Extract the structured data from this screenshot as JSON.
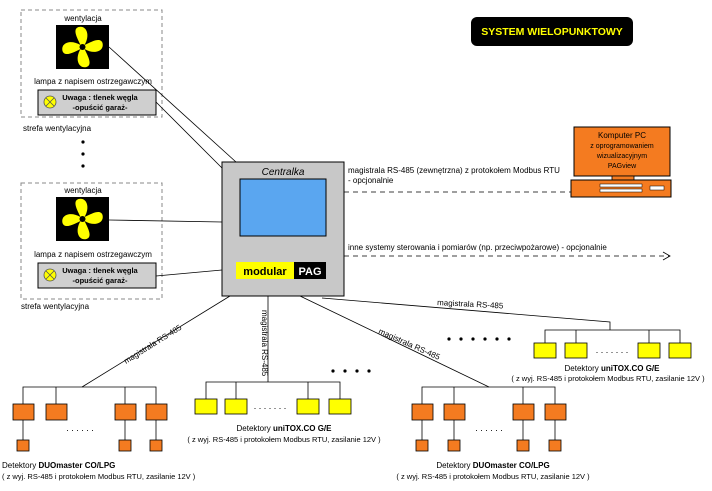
{
  "title": "SYSTEM WIELOPUNKTOWY",
  "zone_top": {
    "fan_label": "wentylacja",
    "lamp_label": "lampa z napisem ostrzegawczym",
    "lamp_text_1": "Uwaga : tlenek węgla",
    "lamp_text_2": "-opuścić garaż-",
    "zone_label": "strefa wentylacyjna"
  },
  "zone_bottom": {
    "fan_label": "wentylacja",
    "lamp_label": "lampa z napisem ostrzegawczym",
    "lamp_text_1": "Uwaga : tlenek węgla",
    "lamp_text_2": "-opuścić garaż-",
    "zone_label": "strefa wentylacyjna"
  },
  "central": {
    "title": "Centralka",
    "brand_1": "modular",
    "brand_2": "PAG"
  },
  "pc": {
    "line1": "Komputer PC",
    "line2": "z oprogramowaniem",
    "line3": "wizualizacyjnym",
    "line4": "PAGview"
  },
  "connections": {
    "pc_link_1": "magistrala RS-485 (zewnętrzna) z protokołem Modbus RTU",
    "pc_link_2": "- opcjonalnie",
    "other_systems": "inne systemy sterowania i pomiarów (np. przeciwpożarowe) - opcjonalnie",
    "bus_left": "magistrala RS-485",
    "bus_mid": "magistrala RS-485",
    "bus_right_mid": "magistrala RS-485",
    "bus_far_right": "magistrala RS-485"
  },
  "detector_groups": [
    {
      "name_prefix": "Detektory ",
      "name_bold": "DUOmaster CO/LPG",
      "note": "( z wyj. RS-485 i protokołem Modbus RTU, zasilanie 12V )"
    },
    {
      "name_prefix": "Detektory ",
      "name_bold": "uniTOX.CO G/E",
      "note": "( z wyj. RS-485 i protokołem Modbus RTU, zasilanie 12V )"
    },
    {
      "name_prefix": "Detektory ",
      "name_bold": "DUOmaster CO/LPG",
      "note": "( z wyj. RS-485 i protokołem Modbus RTU, zasilanie 12V )"
    },
    {
      "name_prefix": "Detektory ",
      "name_bold": "uniTOX.CO G/E",
      "note": "( z wyj. RS-485 i protokołem Modbus RTU, zasilanie 12V )"
    }
  ],
  "colors": {
    "orange": "#f47b20",
    "yellow": "#ffff00",
    "screen_blue": "#5aa6f0",
    "central_gray": "#c8c8c8",
    "black": "#000000"
  }
}
